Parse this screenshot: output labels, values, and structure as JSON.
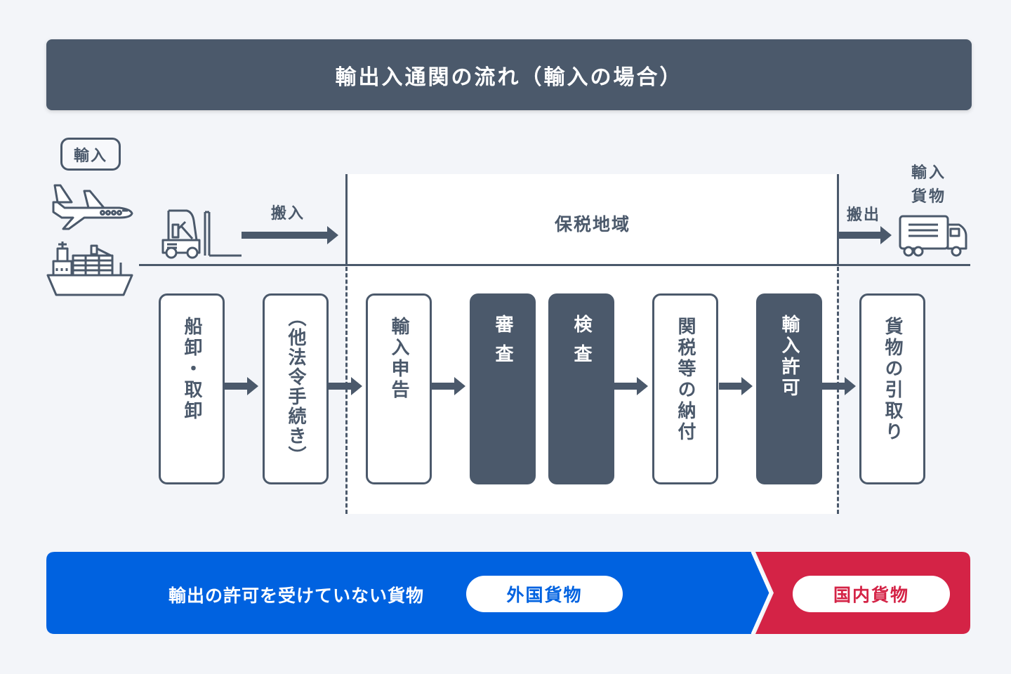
{
  "header": {
    "title": "輸出入通関の流れ（輸入の場合）"
  },
  "badge": {
    "label": "輸入"
  },
  "icons": {
    "airplane": "airplane-icon",
    "ship": "cargo-ship-icon",
    "forklift": "forklift-icon",
    "truck": "truck-icon"
  },
  "flow_labels": {
    "carry_in": "搬入",
    "carry_out": "搬出",
    "bonded_area": "保税地域",
    "import_goods_line1": "輸入",
    "import_goods_line2": "貨物"
  },
  "steps": [
    {
      "label": "船卸・取卸",
      "style": "outline"
    },
    {
      "label": "（他法令手続き）",
      "style": "outline"
    },
    {
      "label": "輸入申告",
      "style": "outline"
    },
    {
      "label": "審査",
      "style": "filled"
    },
    {
      "label": "検査",
      "style": "filled"
    },
    {
      "label": "関税等の納付",
      "style": "outline"
    },
    {
      "label": "輸入許可",
      "style": "filled"
    },
    {
      "label": "貨物の引取り",
      "style": "outline"
    }
  ],
  "status": {
    "foreign_description": "輸出の許可を受けていない貨物",
    "foreign_label": "外国貨物",
    "domestic_label": "国内貨物"
  },
  "colors": {
    "primary_slate": "#4b596b",
    "foreign_blue": "#0062e0",
    "domestic_red": "#d42346",
    "background": "#f3f5f9"
  }
}
